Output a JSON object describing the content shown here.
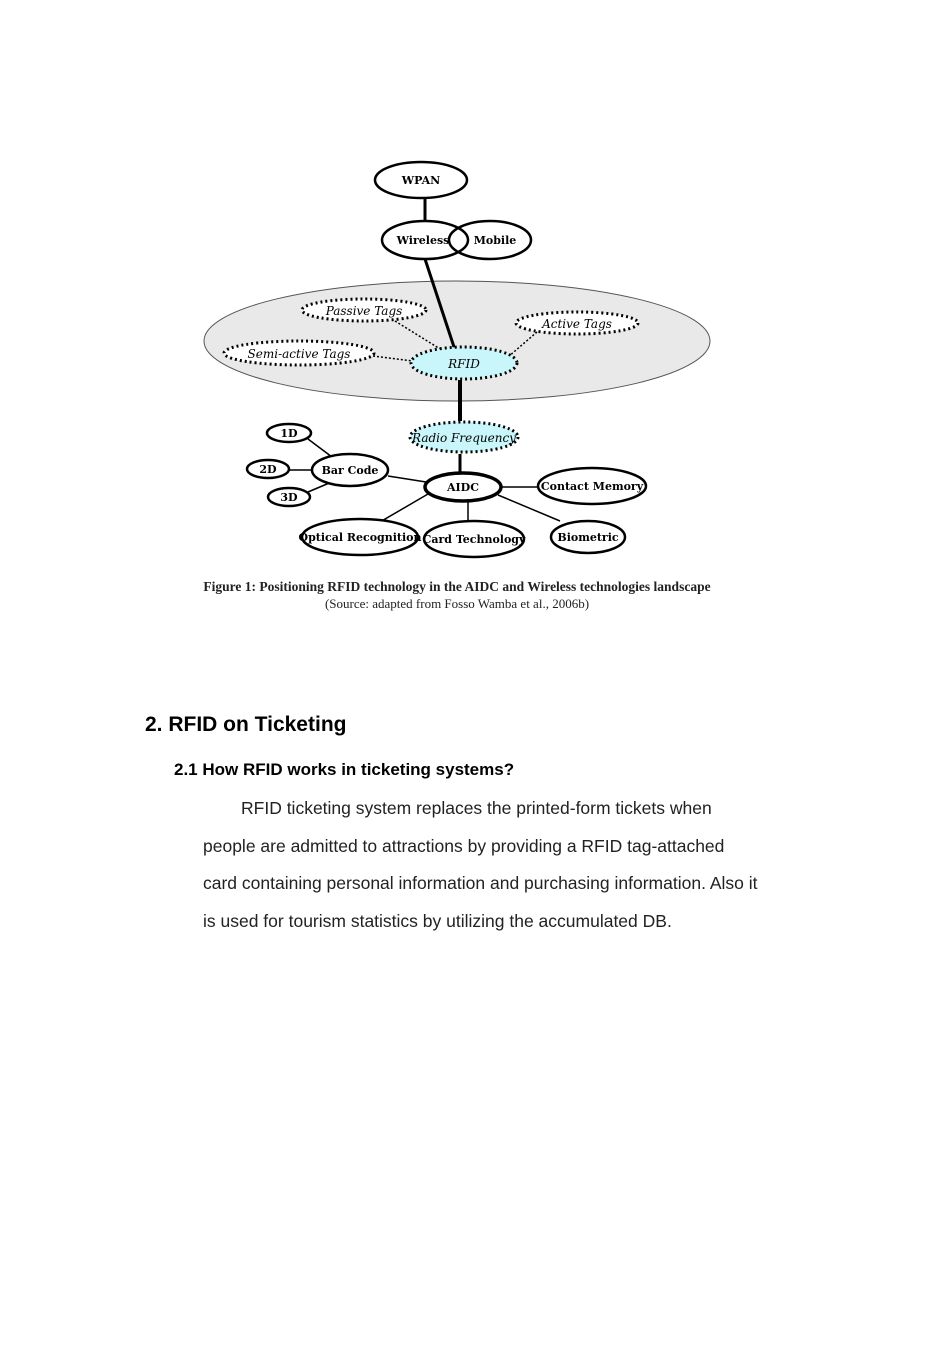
{
  "figure": {
    "nodes": {
      "wpan": "WPAN",
      "wireless": "Wireless",
      "mobile": "Mobile",
      "passive_tags": "Passive Tags",
      "active_tags": "Active Tags",
      "semi_active_tags": "Semi-active Tags",
      "rfid": "RFID",
      "radio_frequency": "Radio Frequency",
      "one_d": "1D",
      "two_d": "2D",
      "three_d": "3D",
      "bar_code": "Bar Code",
      "aidc": "AIDC",
      "contact_memory": "Contact Memory",
      "optical_recognition": "Optical Recognition",
      "card_technology": "Card Technology",
      "biometric": "Biometric"
    },
    "colors": {
      "rfid_fill": "#c9f6fb",
      "landscape_fill": "#e9e9e9"
    },
    "caption_title": "Figure 1: Positioning RFID technology in the AIDC and Wireless technologies landscape",
    "caption_source": "(Source: adapted from Fosso Wamba et al., 2006b)"
  },
  "section": {
    "heading": "2.  RFID on Ticketing",
    "subheading": "2.1 How RFID works in ticketing systems?",
    "paragraph_lines": [
      "RFID ticketing system replaces the printed-form tickets when",
      "people are admitted to attractions by providing a RFID tag-attached",
      "card containing personal information and purchasing information. Also it",
      "is used for tourism statistics by utilizing the accumulated DB."
    ]
  }
}
